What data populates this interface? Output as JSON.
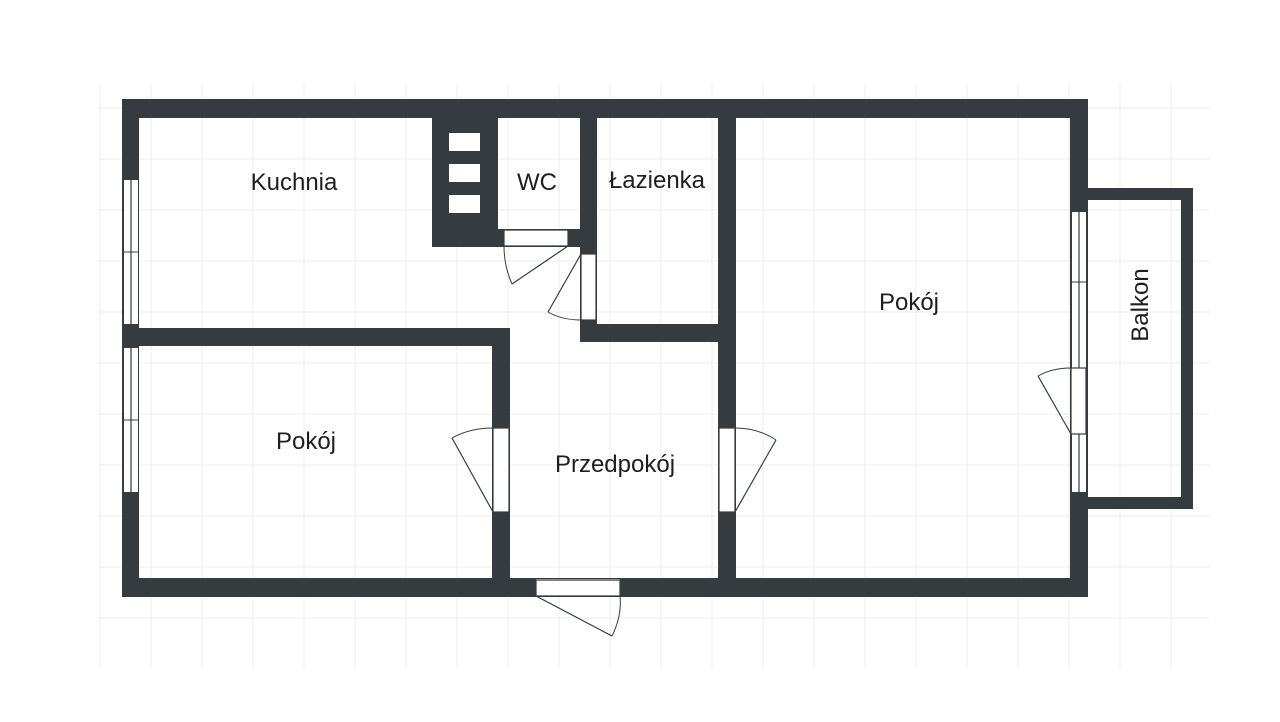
{
  "floor_plan": {
    "rooms": {
      "kitchen": "Kuchnia",
      "wc": "WC",
      "bathroom": "Łazienka",
      "living_room": "Pokój",
      "bedroom": "Pokój",
      "hallway": "Przedpokój",
      "balcony": "Balkon"
    }
  },
  "colors": {
    "wall": "#363b40",
    "background": "#ffffff",
    "grid": "#ececec"
  }
}
